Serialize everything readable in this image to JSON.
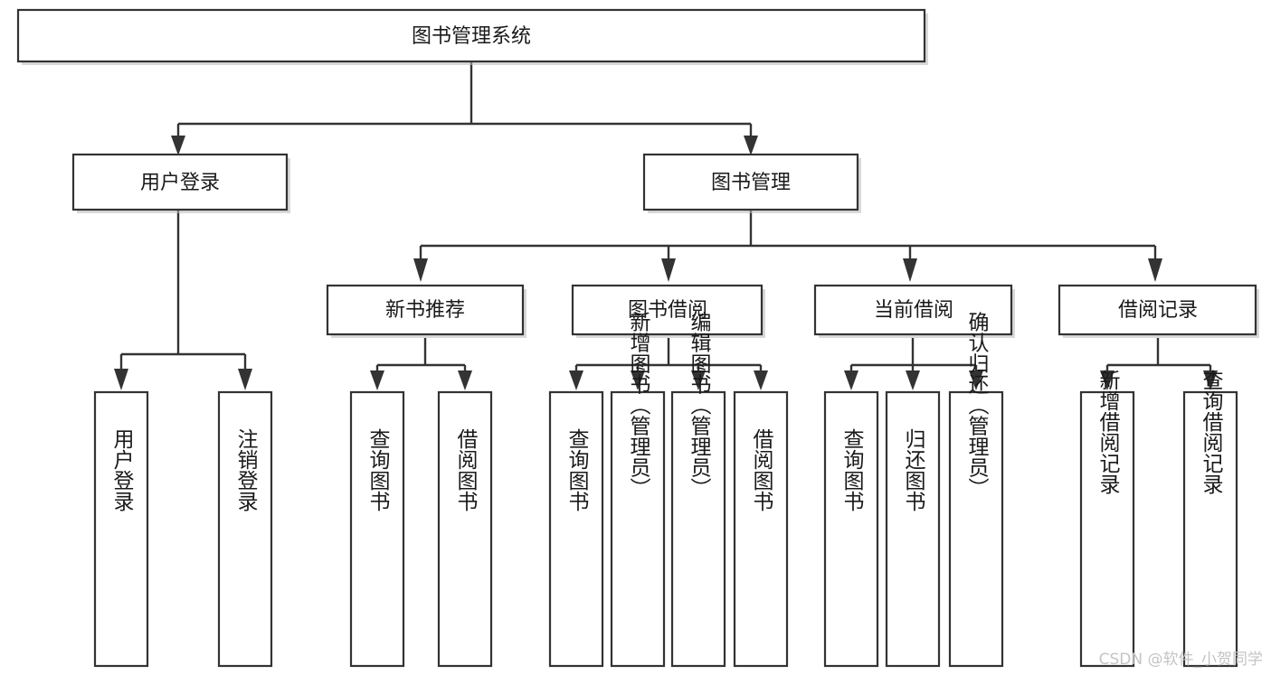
{
  "diagram": {
    "title": "图书管理系统",
    "type": "tree-hierarchy-diagram",
    "colors": {
      "background": "#ffffff",
      "box_fill": "#ffffff",
      "box_stroke": "#333333",
      "connector": "#333333",
      "text": "#1a1a1a",
      "watermark": "#c4c4c4"
    },
    "root": {
      "label": "图书管理系统"
    },
    "level2": [
      {
        "label": "用户登录"
      },
      {
        "label": "图书管理"
      }
    ],
    "level3": [
      {
        "label": "新书推荐"
      },
      {
        "label": "图书借阅"
      },
      {
        "label": "当前借阅"
      },
      {
        "label": "借阅记录"
      }
    ],
    "leaves": {
      "user_login": [
        {
          "label": "用户登录"
        },
        {
          "label": "注销登录"
        }
      ],
      "new_book_recommend": [
        {
          "label": "查询图书"
        },
        {
          "label": "借阅图书"
        }
      ],
      "book_borrow": [
        {
          "label": "查询图书"
        },
        {
          "label": "新增图书（管理员）"
        },
        {
          "label": "编辑图书（管理员）"
        },
        {
          "label": "借阅图书"
        }
      ],
      "current_borrow": [
        {
          "label": "查询图书"
        },
        {
          "label": "归还图书"
        },
        {
          "label": "确认归还（管理员）"
        }
      ],
      "borrow_record": [
        {
          "label": "新增借阅记录"
        },
        {
          "label": "查询借阅记录"
        }
      ]
    },
    "watermark": "CSDN @软件_小贺同学"
  }
}
